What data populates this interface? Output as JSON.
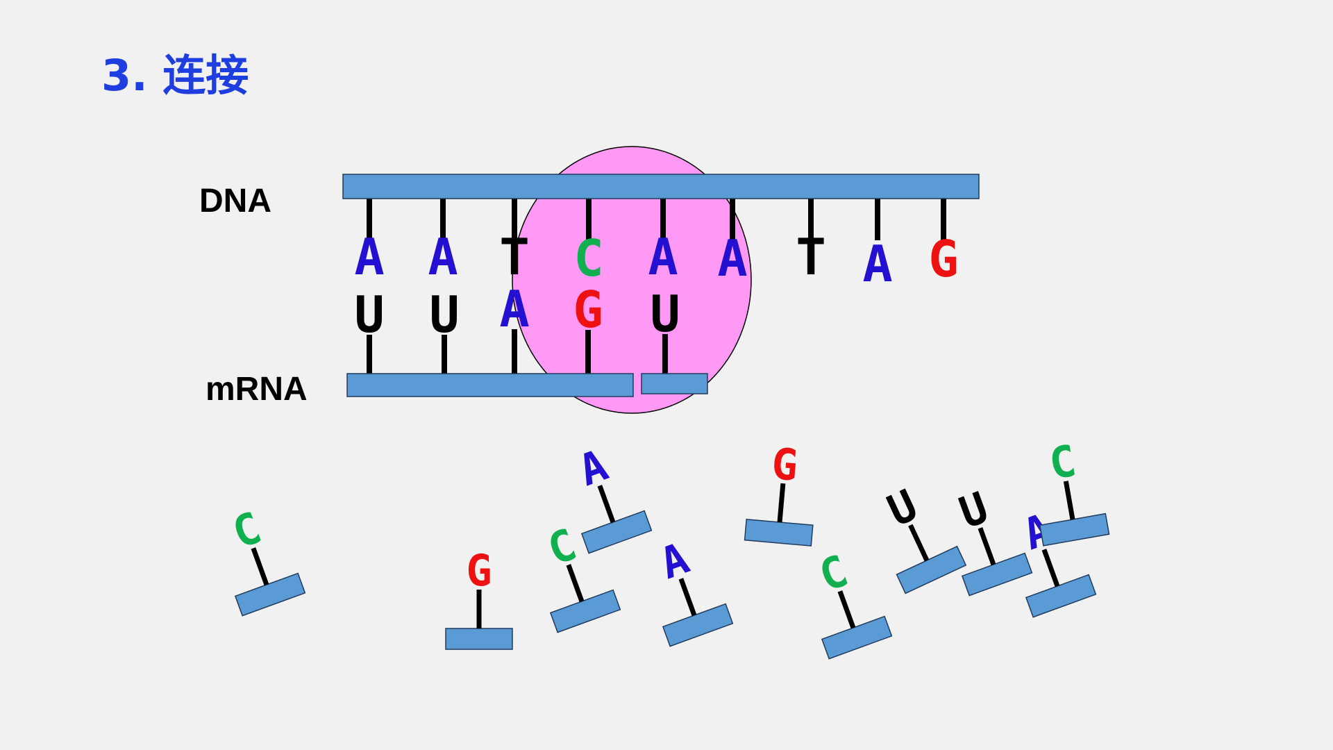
{
  "title": "3. 连接",
  "colors": {
    "background": "#f1f1f1",
    "title": "#1f3ee0",
    "strand": "#5b9bd5",
    "strand_border": "#1f3a5c",
    "polymerase": "#ff99f5",
    "stick": "#000000",
    "A": "#2410d0",
    "T": "#000000",
    "U": "#000000",
    "C": "#10b050",
    "G": "#ee1111"
  },
  "labels": {
    "dna": "DNA",
    "mrna": "mRNA"
  },
  "dna_bases": [
    "A",
    "A",
    "T",
    "C",
    "A",
    "A",
    "T",
    "A",
    "G"
  ],
  "mrna_bases": [
    "U",
    "U",
    "A",
    "G",
    "U"
  ],
  "free_nucleotides": [
    "C",
    "G",
    "C",
    "A",
    "A",
    "G",
    "C",
    "U",
    "U",
    "A",
    "C"
  ]
}
